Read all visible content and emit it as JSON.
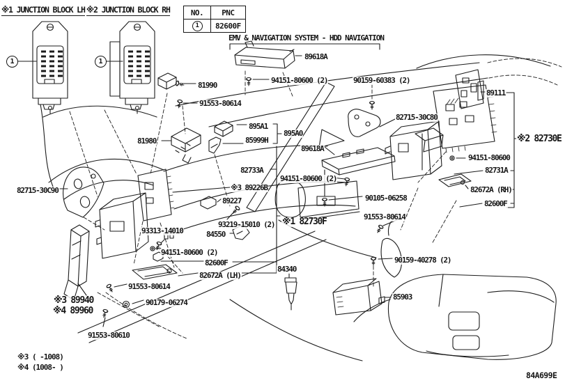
{
  "titles": {
    "jb_lh": "※1 JUNCTION BLOCK LH",
    "jb_rh": "※2 JUNCTION BLOCK RH"
  },
  "pnc_table": {
    "col_no": "NO.",
    "col_pnc": "PNC",
    "rows": [
      {
        "no": "1",
        "pnc": "82600F"
      }
    ]
  },
  "banner": "EMV & NAVIGATION SYSTEM - HDD NAVIGATION",
  "callouts": [
    {
      "n": "1"
    },
    {
      "n": "1"
    }
  ],
  "part_labels": [
    {
      "text": "81990"
    },
    {
      "text": "91553-80614"
    },
    {
      "text": "81980"
    },
    {
      "text": "895A1"
    },
    {
      "text": "85999H"
    },
    {
      "text": "895A0"
    },
    {
      "text": "89618A"
    },
    {
      "text": "94151-80600 (2)"
    },
    {
      "text": "90159-60383 (2)"
    },
    {
      "text": "89111"
    },
    {
      "text": "82715-30C80"
    },
    {
      "text": "※2 82730E"
    },
    {
      "text": "94151-80600"
    },
    {
      "text": "82731A"
    },
    {
      "text": "82672A (RH)"
    },
    {
      "text": "82600F"
    },
    {
      "text": "90105-06258"
    },
    {
      "text": "91553-80614"
    },
    {
      "text": "90159-40278 (2)"
    },
    {
      "text": "85903"
    },
    {
      "text": "84340"
    },
    {
      "text": "89618A"
    },
    {
      "text": "82733A"
    },
    {
      "text": "94151-80600 (2)"
    },
    {
      "text": "※3 89226B"
    },
    {
      "text": "89227"
    },
    {
      "text": "93219-15010 (2)"
    },
    {
      "text": "84550"
    },
    {
      "text": "※1 82730F"
    },
    {
      "text": "93313-14010"
    },
    {
      "text": "94151-80600 (2)"
    },
    {
      "text": "82600F"
    },
    {
      "text": "82672A (LH)"
    },
    {
      "text": "91553-80614"
    },
    {
      "text": "90179-06274"
    },
    {
      "text": "※3 89940"
    },
    {
      "text": "※4 89960"
    },
    {
      "text": "91553-80610"
    },
    {
      "text": "82715-30C90"
    }
  ],
  "notes": [
    {
      "text": "※3 (    -1008)"
    },
    {
      "text": "※4 (1008-    )"
    }
  ],
  "diagram_code": "84A699E",
  "colors": {
    "line": "#1b1b1b",
    "background": "#ffffff"
  }
}
